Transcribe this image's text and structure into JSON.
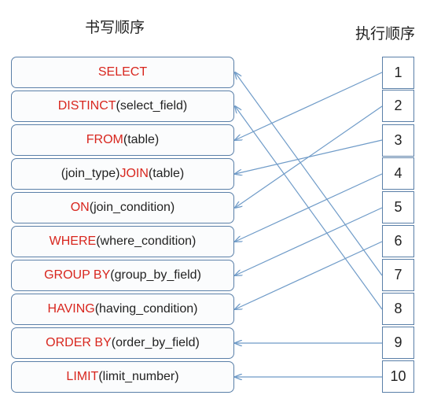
{
  "titles": {
    "left": "书写顺序",
    "right": "执行顺序"
  },
  "clauses": [
    {
      "keyword": "SELECT",
      "rest": ""
    },
    {
      "keyword": "DISTINCT",
      "rest": " (select_field)"
    },
    {
      "keyword": "FROM",
      "rest": " (table)"
    },
    {
      "keyword": "",
      "pre": "(join_type) ",
      "after_kw": "JOIN",
      "rest": " (table)"
    },
    {
      "keyword": "ON",
      "rest": " (join_condition)"
    },
    {
      "keyword": "WHERE",
      "rest": " (where_condition)"
    },
    {
      "keyword": "GROUP BY",
      "rest": " (group_by_field)"
    },
    {
      "keyword": "HAVING",
      "rest": " (having_condition)"
    },
    {
      "keyword": "ORDER BY",
      "rest": " (order_by_field)"
    },
    {
      "keyword": "LIMIT",
      "rest": " (limit_number)"
    }
  ],
  "order_numbers": [
    "1",
    "2",
    "3",
    "4",
    "5",
    "6",
    "7",
    "8",
    "9",
    "10"
  ],
  "mapping_exec_to_clause": {
    "1": 3,
    "2": 5,
    "3": 4,
    "4": 6,
    "5": 7,
    "6": 8,
    "7": 1,
    "8": 2,
    "9": 9,
    "10": 10
  },
  "colors": {
    "keyword": "#d8261e",
    "border": "#5a7fa8",
    "arrow": "#6f9bc8"
  }
}
